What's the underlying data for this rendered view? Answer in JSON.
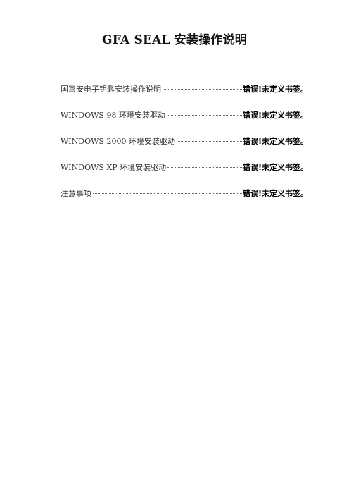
{
  "document": {
    "title": "GFA SEAL 安装操作说明"
  },
  "toc": {
    "entries": [
      {
        "label": "国富安电子钥匙安装操作说明",
        "page": "错误!未定义书签。"
      },
      {
        "label": "WINDOWS 98 环境安装驱动",
        "page": "错误!未定义书签。"
      },
      {
        "label": "WINDOWS 2000 环境安装驱动",
        "page": "错误!未定义书签。"
      },
      {
        "label": "WINDOWS XP 环境安装驱动",
        "page": "错误!未定义书签。"
      },
      {
        "label": "注意事项",
        "page": "错误!未定义书签。"
      }
    ]
  }
}
